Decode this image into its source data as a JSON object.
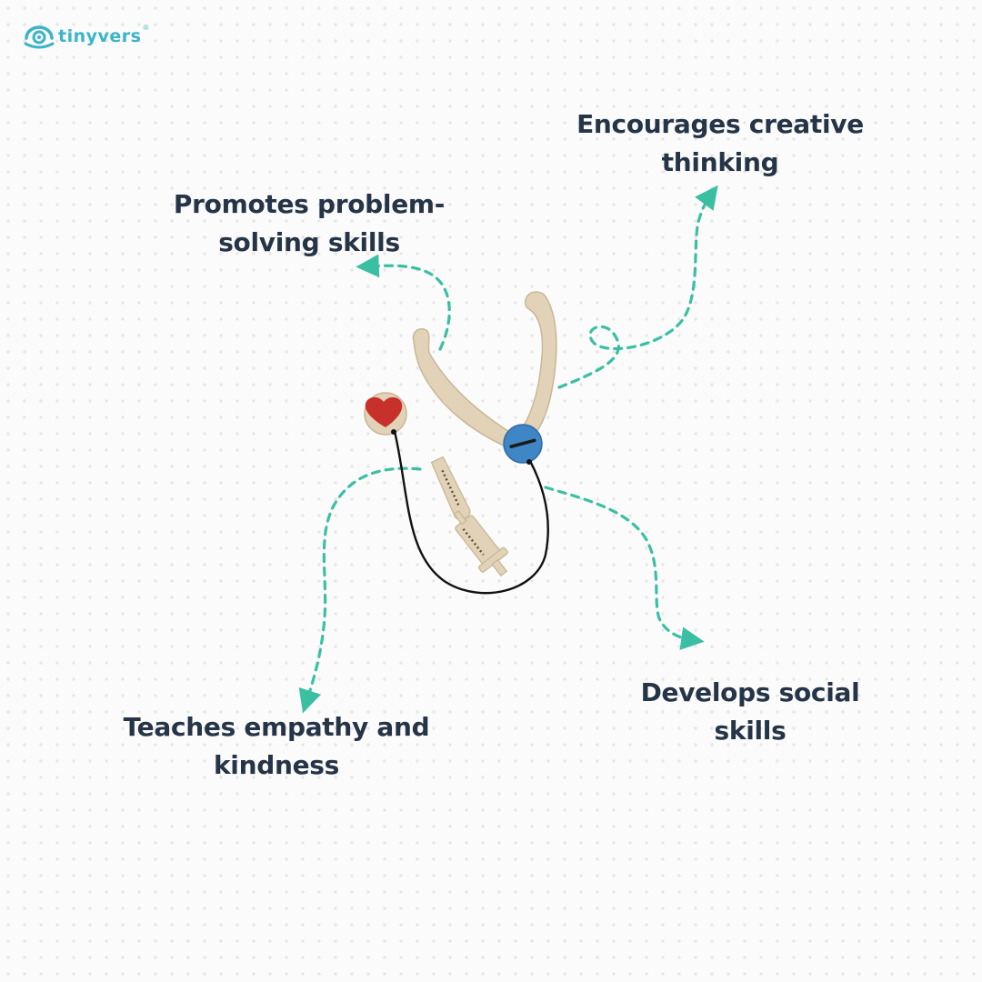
{
  "brand": {
    "name": "tinyvers",
    "trademark": "®",
    "logo_color": "#3ab4c6"
  },
  "benefits": {
    "creative": {
      "line1": "Encourages creative",
      "line2": "thinking"
    },
    "problem": {
      "line1": "Promotes problem-",
      "line2": "solving skills"
    },
    "empathy": {
      "line1": "Teaches empathy and",
      "line2": "kindness"
    },
    "social": {
      "line1": "Develops social",
      "line2": "skills"
    }
  },
  "product": {
    "name": "wooden toy stethoscope",
    "pieces": [
      "stethoscope",
      "heart chest piece",
      "thermometer",
      "syringe"
    ]
  },
  "colors": {
    "text": "#263447",
    "arrow": "#3bbfa3",
    "wood": "#e2d3b8",
    "heart": "#c8312b",
    "stethoscope_disc": "#3f86c6"
  }
}
